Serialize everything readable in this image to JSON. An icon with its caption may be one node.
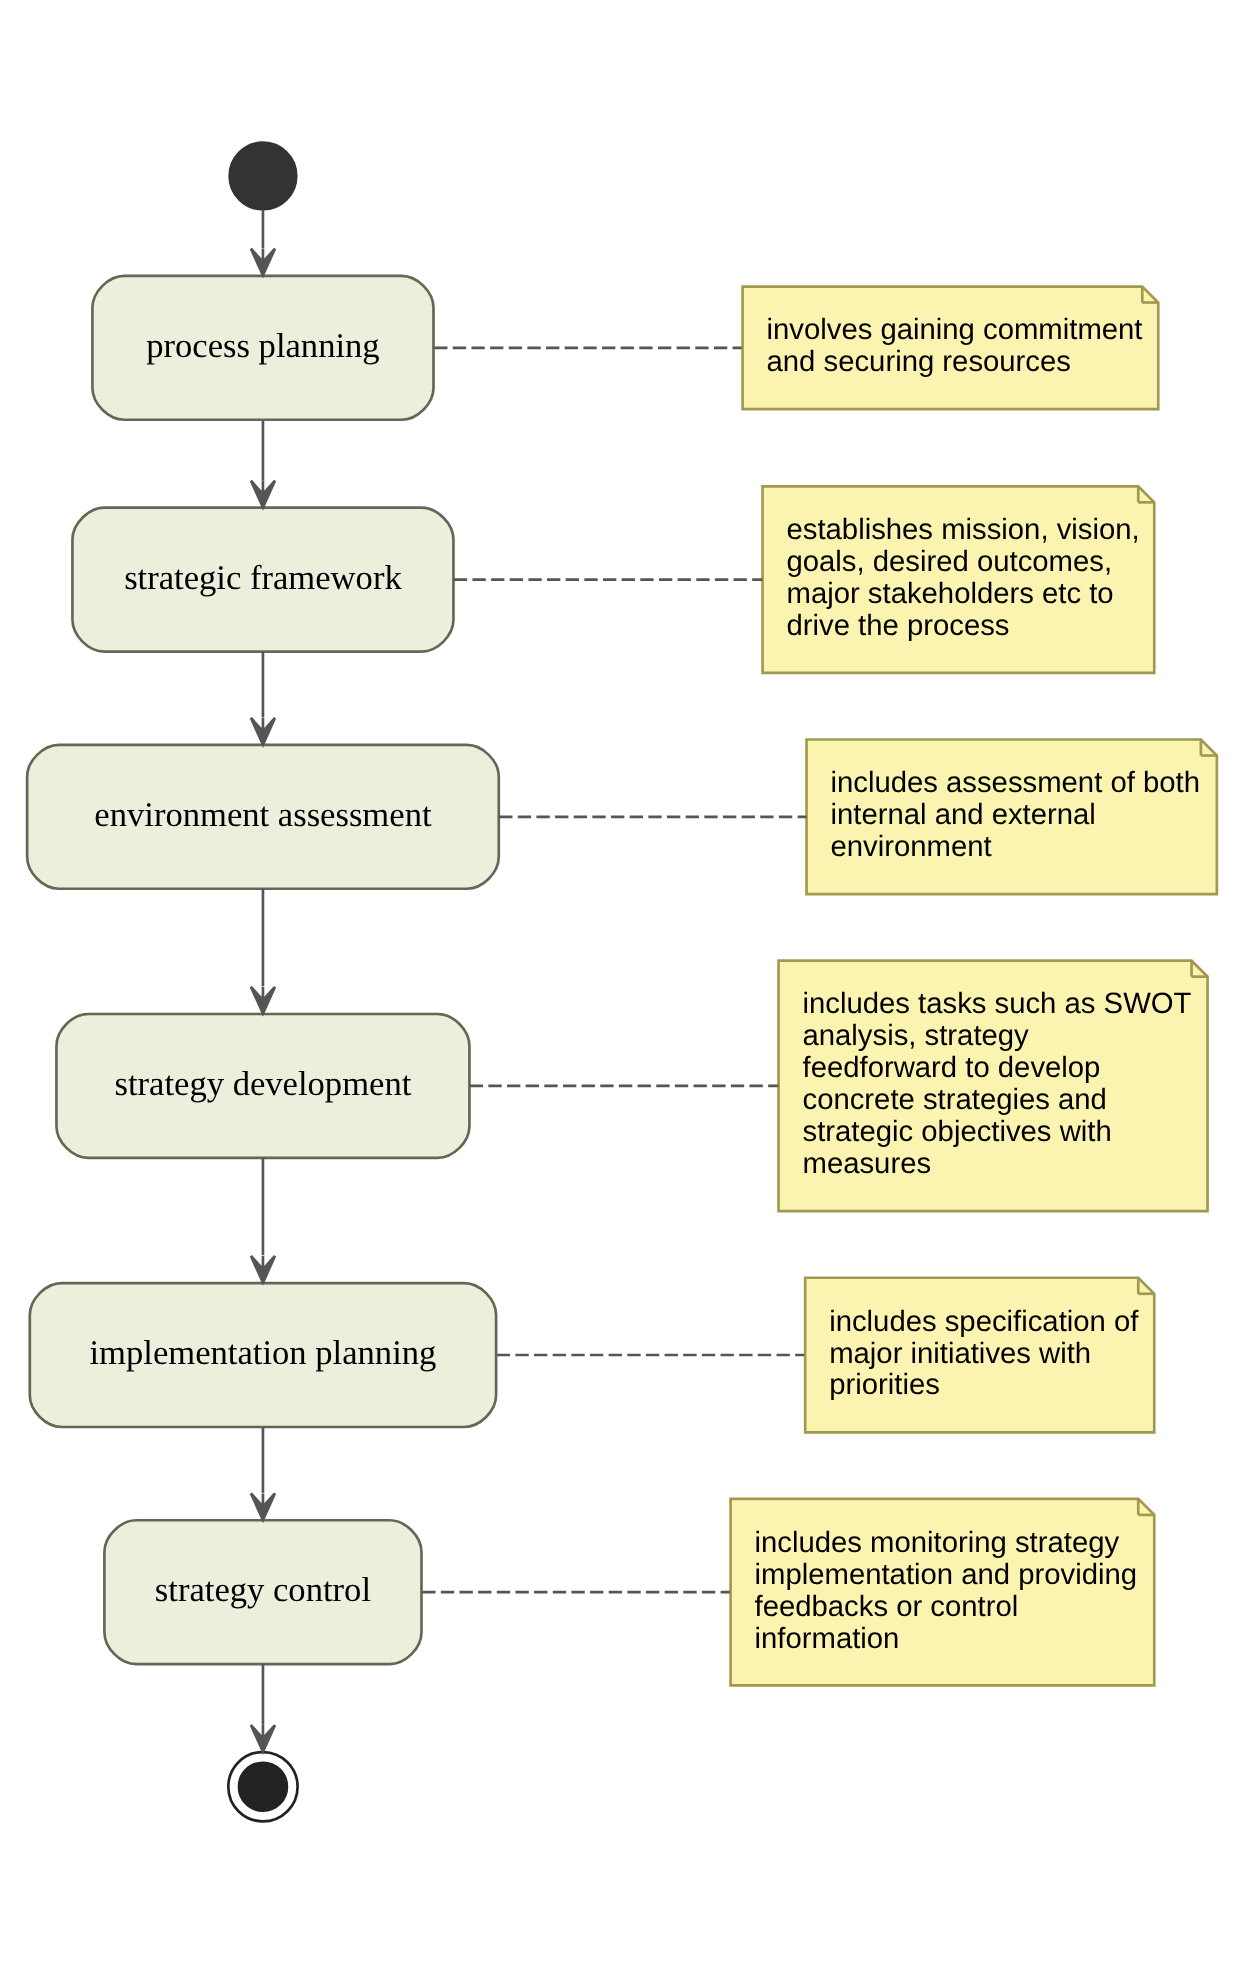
{
  "diagram": {
    "nodes": [
      {
        "text": [],
        "shape": "circle"
      },
      {
        "text": [
          "process planning"
        ]
      },
      {
        "text": [
          "strategic framework"
        ]
      },
      {
        "text": [
          "environment assessment"
        ]
      },
      {
        "text": [
          "strategy development"
        ]
      },
      {
        "text": [
          "implementation planning"
        ]
      },
      {
        "text": [
          "strategy control"
        ]
      },
      {
        "text": [],
        "shape": "circle"
      },
      {
        "text": [
          "involves gaining commitment and securing resources"
        ]
      },
      {
        "text": [
          "establishes mission, vision, goals, desired outcomes, major stakeholders etc to drive the process"
        ]
      },
      {
        "text": [
          "includes assessment of both internal and external environment"
        ]
      },
      {
        "text": [
          "includes tasks such as SWOT analysis, strategy feedforward to develop concrete strategies and strategic objectives with measures"
        ]
      },
      {
        "text": [
          "includes specification of major initiatives with priorities"
        ]
      },
      {
        "text": [
          "includes monitoring strategy implementation and providing feedbacks or control  information"
        ]
      }
    ],
    "edges": [
      {
        "from": 0,
        "to": 1,
        "arrow": "to"
      },
      {
        "from": 1,
        "to": 2,
        "arrow": "to"
      },
      {
        "from": 2,
        "to": 3,
        "arrow": "to"
      },
      {
        "from": 3,
        "to": 4,
        "arrow": "to"
      },
      {
        "from": 4,
        "to": 5,
        "arrow": "to"
      },
      {
        "from": 5,
        "to": 6,
        "arrow": "to"
      },
      {
        "from": 6,
        "to": 7,
        "arrow": "to"
      },
      {
        "from": 1,
        "to": 8,
        "arrow": "none",
        "style": "dashed"
      },
      {
        "from": 2,
        "to": 9,
        "arrow": "none",
        "style": "dashed"
      },
      {
        "from": 3,
        "to": 10,
        "arrow": "none",
        "style": "dashed"
      },
      {
        "from": 4,
        "to": 11,
        "arrow": "none",
        "style": "dashed"
      },
      {
        "from": 5,
        "to": 12,
        "arrow": "none",
        "style": "dashed"
      },
      {
        "from": 6,
        "to": 13,
        "arrow": "none",
        "style": "dashed"
      }
    ]
  }
}
